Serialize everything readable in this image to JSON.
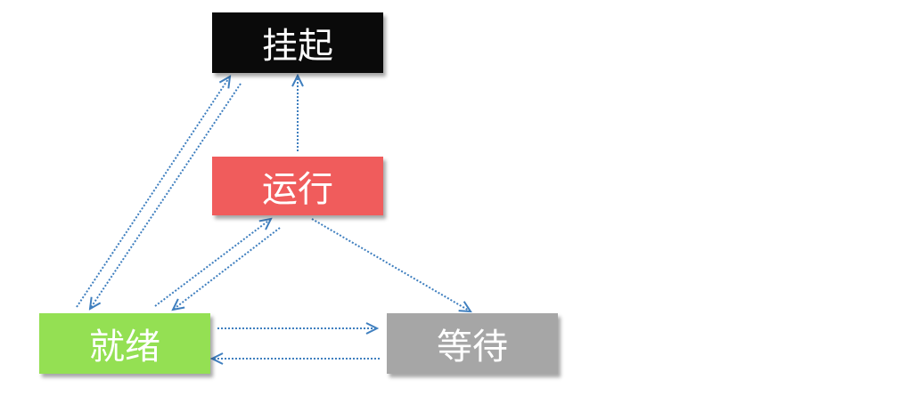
{
  "colors": {
    "edge": "#3f7fbf"
  },
  "nodes": {
    "suspend": {
      "label": "挂起",
      "color": "#0a0a0a"
    },
    "running": {
      "label": "运行",
      "color": "#f05c5c"
    },
    "ready": {
      "label": "就绪",
      "color": "#94e053"
    },
    "waiting": {
      "label": "等待",
      "color": "#a6a6a6"
    }
  },
  "edges": [
    {
      "from": "ready",
      "to": "suspend"
    },
    {
      "from": "suspend",
      "to": "ready"
    },
    {
      "from": "running",
      "to": "suspend"
    },
    {
      "from": "ready",
      "to": "running"
    },
    {
      "from": "running",
      "to": "ready"
    },
    {
      "from": "running",
      "to": "waiting"
    },
    {
      "from": "ready",
      "to": "waiting"
    },
    {
      "from": "waiting",
      "to": "ready"
    }
  ]
}
